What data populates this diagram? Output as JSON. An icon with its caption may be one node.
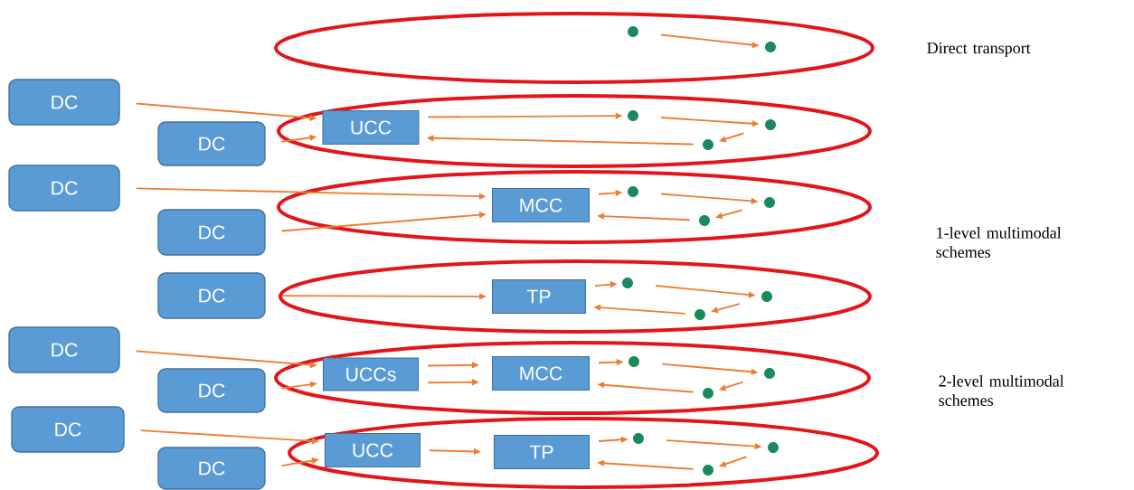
{
  "diagram": {
    "nodes": [
      {
        "text": [],
        "shape": "ellipse"
      },
      {
        "text": [],
        "shape": "circle",
        "in": 0
      },
      {
        "text": [],
        "shape": "circle",
        "in": 0
      },
      {
        "text": [
          "DC"
        ]
      },
      {
        "text": [
          "DC"
        ]
      },
      {
        "text": [],
        "shape": "ellipse"
      },
      {
        "text": [
          "UCC"
        ],
        "in": 5
      },
      {
        "text": [],
        "shape": "circle",
        "in": 5
      },
      {
        "text": [],
        "shape": "circle",
        "in": 5
      },
      {
        "text": [],
        "shape": "circle",
        "in": 5
      },
      {
        "text": [
          "DC"
        ]
      },
      {
        "text": [
          "DC"
        ]
      },
      {
        "text": [],
        "shape": "ellipse"
      },
      {
        "text": [
          "MCC"
        ],
        "in": 12
      },
      {
        "text": [],
        "shape": "circle",
        "in": 12
      },
      {
        "text": [],
        "shape": "circle",
        "in": 12
      },
      {
        "text": [],
        "shape": "circle",
        "in": 12
      },
      {
        "text": [
          "DC"
        ]
      },
      {
        "text": [],
        "shape": "ellipse"
      },
      {
        "text": [
          "TP"
        ],
        "in": 18
      },
      {
        "text": [],
        "shape": "circle",
        "in": 18
      },
      {
        "text": [],
        "shape": "circle",
        "in": 18
      },
      {
        "text": [],
        "shape": "circle",
        "in": 18
      },
      {
        "text": [
          "DC"
        ]
      },
      {
        "text": [
          "DC"
        ]
      },
      {
        "text": [],
        "shape": "ellipse"
      },
      {
        "text": [
          "UCCs"
        ],
        "in": 25
      },
      {
        "text": [
          "MCC"
        ],
        "in": 25
      },
      {
        "text": [],
        "shape": "circle",
        "in": 25
      },
      {
        "text": [],
        "shape": "circle",
        "in": 25
      },
      {
        "text": [],
        "shape": "circle",
        "in": 25
      },
      {
        "text": [
          "DC"
        ]
      },
      {
        "text": [
          "DC"
        ]
      },
      {
        "text": [],
        "shape": "ellipse"
      },
      {
        "text": [
          "UCC"
        ],
        "in": 33
      },
      {
        "text": [
          "TP"
        ],
        "in": 33
      },
      {
        "text": [],
        "shape": "circle",
        "in": 33
      },
      {
        "text": [],
        "shape": "circle",
        "in": 33
      },
      {
        "text": [],
        "shape": "circle",
        "in": 33
      }
    ],
    "edges": [
      {
        "from": 1,
        "to": 2,
        "arrow": "to"
      },
      {
        "from": 3,
        "to": 6,
        "arrow": "to"
      },
      {
        "from": 4,
        "to": 6,
        "arrow": "to"
      },
      {
        "from": 6,
        "to": 7,
        "arrow": "to"
      },
      {
        "from": 7,
        "to": 8,
        "arrow": "to"
      },
      {
        "from": 8,
        "to": 9,
        "arrow": "to"
      },
      {
        "from": 9,
        "to": 6,
        "arrow": "to"
      },
      {
        "from": 10,
        "to": 13,
        "arrow": "to"
      },
      {
        "from": 11,
        "to": 13,
        "arrow": "to"
      },
      {
        "from": 13,
        "to": 14,
        "arrow": "to"
      },
      {
        "from": 14,
        "to": 15,
        "arrow": "to"
      },
      {
        "from": 15,
        "to": 16,
        "arrow": "to"
      },
      {
        "from": 16,
        "to": 13,
        "arrow": "to"
      },
      {
        "from": 17,
        "to": 19,
        "arrow": "to"
      },
      {
        "from": 19,
        "to": 20,
        "arrow": "to"
      },
      {
        "from": 20,
        "to": 21,
        "arrow": "to"
      },
      {
        "from": 21,
        "to": 22,
        "arrow": "to"
      },
      {
        "from": 22,
        "to": 19,
        "arrow": "to"
      },
      {
        "from": 23,
        "to": 26,
        "arrow": "to"
      },
      {
        "from": 24,
        "to": 26,
        "arrow": "to"
      },
      {
        "from": 26,
        "to": 27,
        "arrow": "to"
      },
      {
        "from": 26,
        "to": 27,
        "arrow": "to"
      },
      {
        "from": 27,
        "to": 28,
        "arrow": "to"
      },
      {
        "from": 28,
        "to": 29,
        "arrow": "to"
      },
      {
        "from": 29,
        "to": 30,
        "arrow": "to"
      },
      {
        "from": 30,
        "to": 27,
        "arrow": "to"
      },
      {
        "from": 31,
        "to": 34,
        "arrow": "to"
      },
      {
        "from": 32,
        "to": 34,
        "arrow": "to"
      },
      {
        "from": 34,
        "to": 35,
        "arrow": "to"
      },
      {
        "from": 35,
        "to": 36,
        "arrow": "to"
      },
      {
        "from": 36,
        "to": 37,
        "arrow": "to"
      },
      {
        "from": 37,
        "to": 38,
        "arrow": "to"
      },
      {
        "from": 38,
        "to": 35,
        "arrow": "to"
      }
    ],
    "labels": [
      "Direct transport",
      "1-level multimodal schemes",
      "2-level multimodal schemes"
    ]
  }
}
